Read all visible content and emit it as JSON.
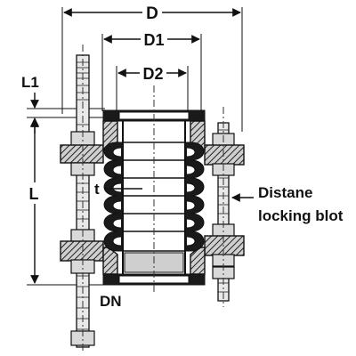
{
  "labels": {
    "d": "D",
    "d1": "D1",
    "d2": "D2",
    "l1": "L1",
    "l": "L",
    "t": "t",
    "dn": "DN",
    "distance_line1": "Distane",
    "distance_line2": "locking blot"
  }
}
